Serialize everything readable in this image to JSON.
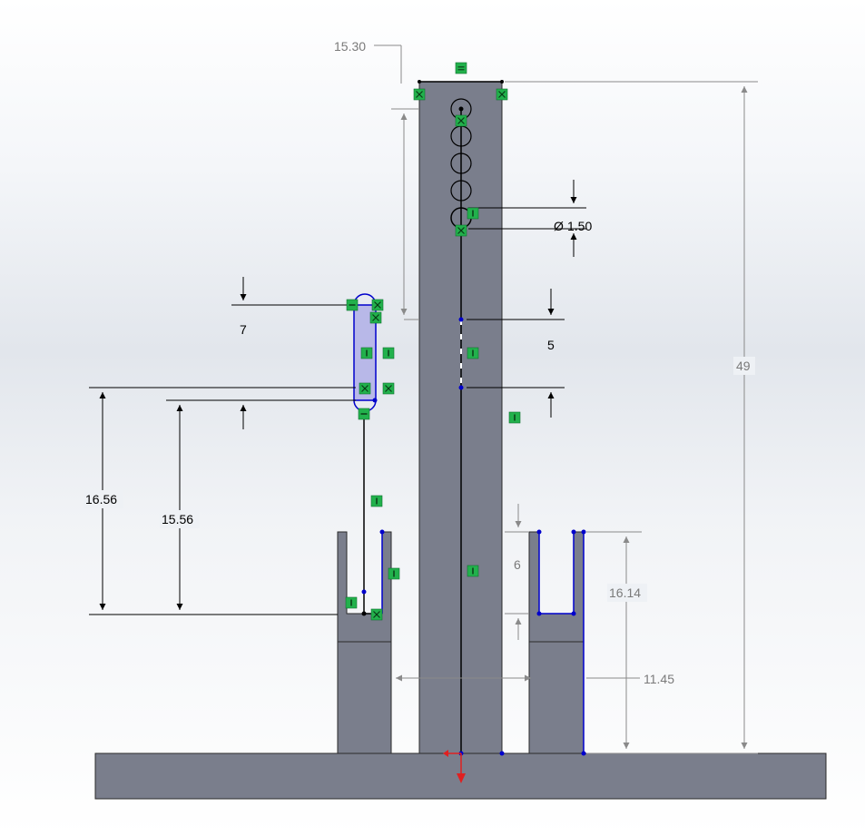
{
  "viewport": {
    "background_colors": [
      "#ffffff",
      "#e2e6ec"
    ],
    "part_color": "#7a7e8c",
    "sketch_line_color": "#0000cc",
    "relation_icon_color": "#22b14c",
    "driven_dimension_color": "#7a7a7a",
    "driving_dimension_color": "#000000",
    "origin_arrow_color": "#e02020"
  },
  "dimensions": {
    "top_offset": "15.30",
    "hole_diameter": "1.50",
    "slot_length": "7",
    "slot_spacing": "5",
    "slot_bottom_height": "16.56",
    "slot_center_height": "15.56",
    "overall_height": "49",
    "groove_depth": "6",
    "right_post_height": "16.14",
    "right_post_offset": "11.45"
  },
  "symbols": {
    "diameter": "Ø"
  }
}
